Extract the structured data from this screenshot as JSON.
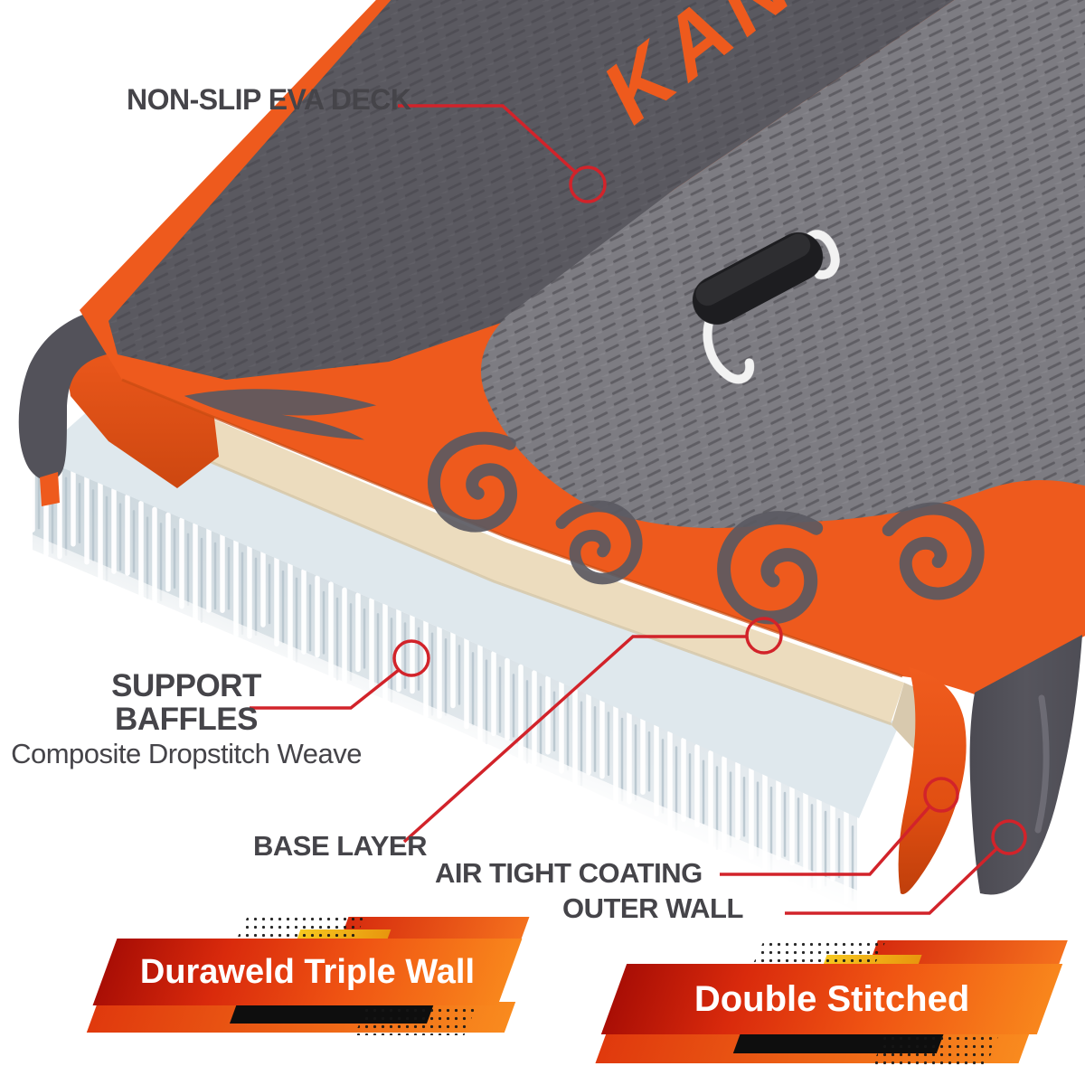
{
  "board": {
    "brand": "KANI"
  },
  "callouts": {
    "eva_deck": {
      "label": "NON-SLIP EVA DECK"
    },
    "support_baffles": {
      "line1": "SUPPORT",
      "line2": "BAFFLES",
      "subtitle": "Composite Dropstitch Weave"
    },
    "base_layer": {
      "label": "BASE LAYER"
    },
    "air_tight_coating": {
      "label": "AIR TIGHT COATING"
    },
    "outer_wall": {
      "label": "OUTER WALL"
    }
  },
  "banners": {
    "left": {
      "label": "Duraweld Triple Wall"
    },
    "right": {
      "label": "Double Stitched"
    }
  },
  "colors": {
    "accent_red": "#d2232a",
    "board_orange": "#ee5a1d",
    "deck_pad_gray": "#7d7c82",
    "deck_band_gray": "#5a5960",
    "base_layer_cream": "#ecdcbe",
    "label_text": "#454449",
    "banner_yellow": "#f2b81f"
  }
}
